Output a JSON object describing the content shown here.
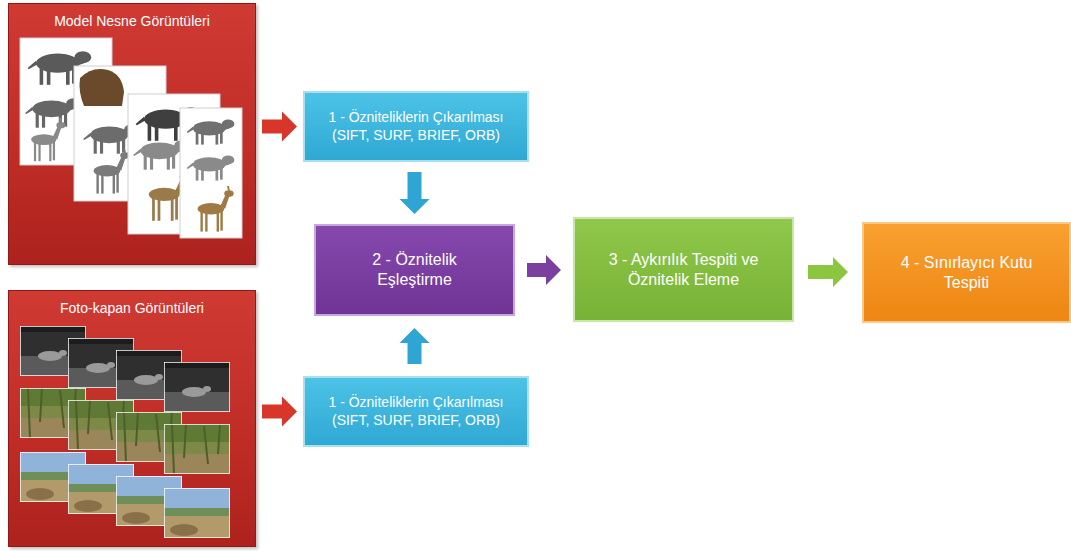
{
  "diagram": {
    "nodes": [
      {
        "text": [
          "Model Nesne Görüntüleri"
        ]
      },
      {
        "text": [
          "Foto-kapan  Görüntüleri"
        ]
      },
      {
        "text": [
          "1 - Özniteliklerin Çıkarılması (SIFT, SURF, BRIEF, ORB)"
        ]
      },
      {
        "text": [
          "1 - Özniteliklerin Çıkarılması (SIFT, SURF, BRIEF, ORB)"
        ]
      },
      {
        "text": [
          "2 - Öznitelik Eşleştirme"
        ]
      },
      {
        "text": [
          "3 - Aykırılık Tespiti ve Öznitelik Eleme"
        ]
      },
      {
        "text": [
          "4 - Sınırlayıcı Kutu Tespiti"
        ]
      }
    ],
    "edges": [
      {
        "from": 0,
        "to": 2,
        "arrow": "to"
      },
      {
        "from": 1,
        "to": 3,
        "arrow": "to"
      },
      {
        "from": 2,
        "to": 4,
        "arrow": "to"
      },
      {
        "from": 3,
        "to": 4,
        "arrow": "to"
      },
      {
        "from": 4,
        "to": 5,
        "arrow": "to"
      },
      {
        "from": 5,
        "to": 6,
        "arrow": "to"
      }
    ]
  }
}
